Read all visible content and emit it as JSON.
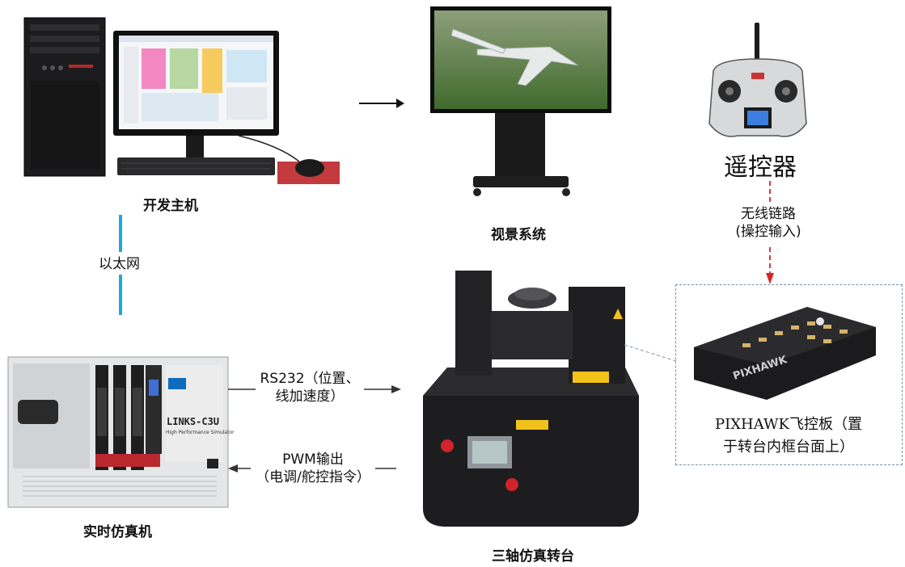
{
  "labels": {
    "dev_host": "开发主机",
    "visual_system": "视景系统",
    "remote": "遥控器",
    "realtime_sim": "实时仿真机",
    "turntable": "三轴仿真转台",
    "pixhawk_line1": "PIXHAWK飞控板（置",
    "pixhawk_line2": "于转台内框台面上）"
  },
  "links": {
    "ethernet": "以太网",
    "wireless_line1": "无线链路",
    "wireless_line2": "(操控输入)",
    "rs232_line1": "RS232（位置、",
    "rs232_line2": "线加速度）",
    "pwm_line1": "PWM输出",
    "pwm_line2": "（电调/舵控指令）"
  },
  "device_texts": {
    "chassis_model": "LINKS-C3U",
    "chassis_subtitle": "High Performance Simulator",
    "fc_brand": "PIXHAWK"
  },
  "colors": {
    "ethernet_line": "#1ea7e1",
    "wireless_line": "#d9252a",
    "callout_border": "#7a8fb0",
    "arrow": "#333333"
  }
}
